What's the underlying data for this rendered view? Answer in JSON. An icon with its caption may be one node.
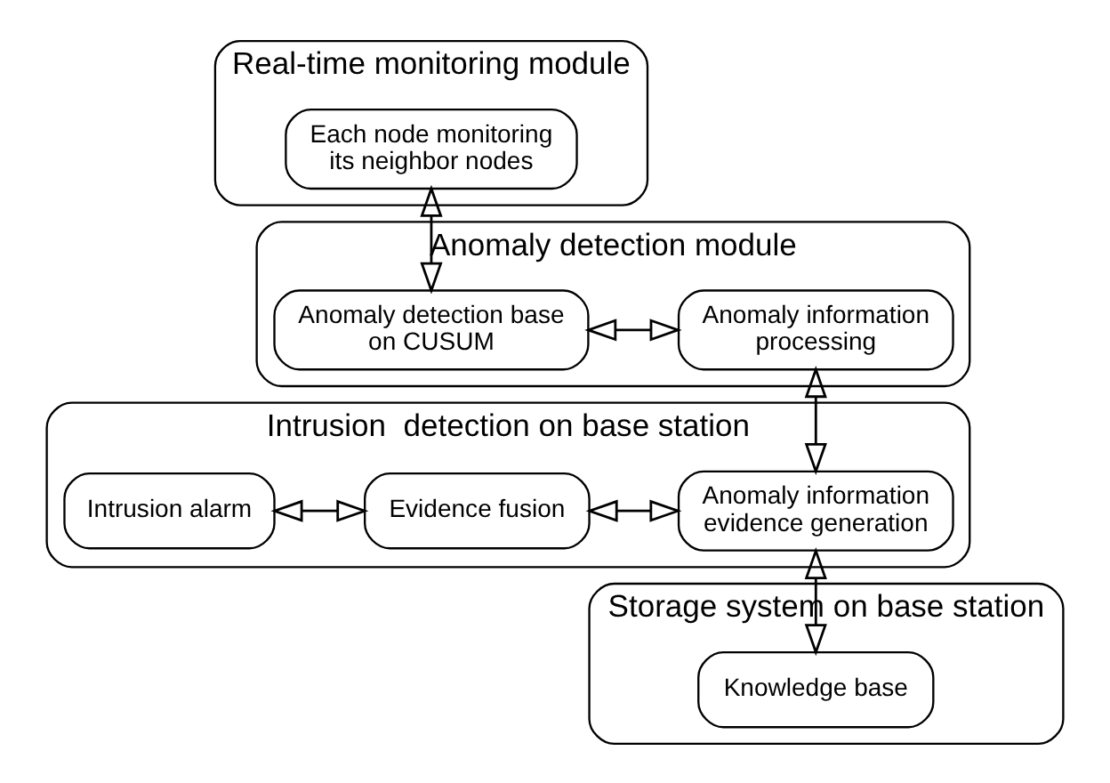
{
  "diagram": {
    "nodes": [
      {
        "text": [
          "Real-time monitoring module"
        ]
      },
      {
        "text": [
          "Each node monitoring its neighbor nodes"
        ],
        "in": 0
      },
      {
        "text": [
          "Anomaly detection module"
        ]
      },
      {
        "text": [
          "Anomaly information processing"
        ],
        "in": 2
      },
      {
        "text": [
          "Anomaly detection base on CUSUM"
        ],
        "in": 2
      },
      {
        "text": [
          "Intrusion  detection on base station"
        ]
      },
      {
        "text": [
          "Anomaly information evidence generation"
        ],
        "in": 5
      },
      {
        "text": [
          "Evidence fusion"
        ],
        "in": 5
      },
      {
        "text": [
          "Intrusion alarm"
        ],
        "in": 5
      },
      {
        "text": [
          "Storage system on base station"
        ]
      },
      {
        "text": [
          "Knowledge base"
        ],
        "in": 9
      }
    ],
    "edges": [
      {
        "from": 1,
        "to": 4,
        "arrow": "both"
      },
      {
        "from": 3,
        "to": 4,
        "arrow": "both"
      },
      {
        "from": 3,
        "to": 6,
        "arrow": "both"
      },
      {
        "from": 6,
        "to": 7,
        "arrow": "both"
      },
      {
        "from": 7,
        "to": 8,
        "arrow": "both"
      },
      {
        "from": 6,
        "to": 10,
        "arrow": "both"
      }
    ]
  }
}
